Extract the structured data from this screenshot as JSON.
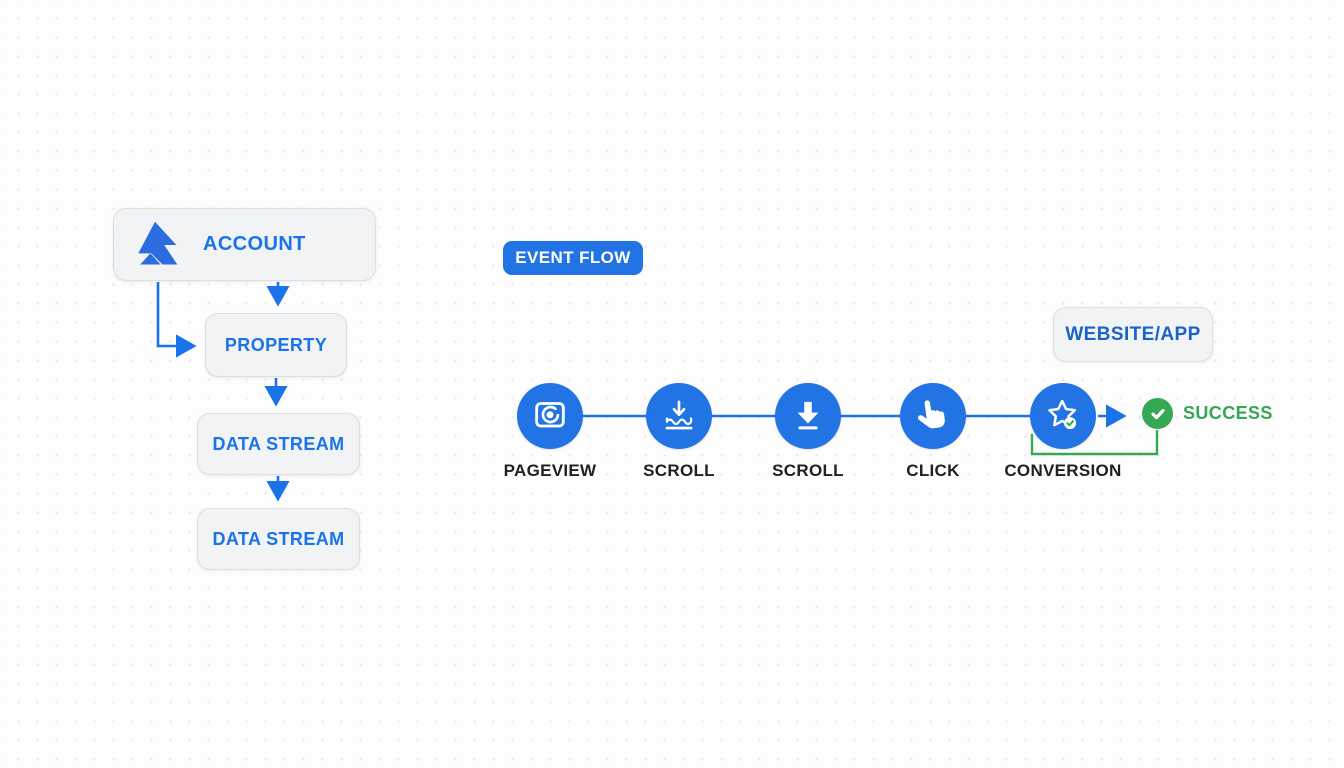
{
  "colors": {
    "accent_blue": "#2273e3",
    "text_blue": "#1a73e8",
    "text_blue_dark": "#1b63c9",
    "success_green": "#34a853",
    "box_background": "#f1f3f4",
    "box_border": "#dcdfe3",
    "label_dark": "#202124",
    "background": "#fdfdfe"
  },
  "hierarchy": {
    "account": {
      "label": "ACCOUNT",
      "icon": "analytics-logo-icon"
    },
    "property": {
      "label": "PROPERTY"
    },
    "data_streams": [
      {
        "label": "DATA STREAM"
      },
      {
        "label": "DATA STREAM"
      }
    ]
  },
  "event_flow": {
    "badge_label": "EVENT FLOW",
    "website_app_label": "WEBSITE/APP",
    "steps": [
      {
        "label": "PAGEVIEW",
        "icon": "pageview-eye-icon"
      },
      {
        "label": "SCROLL",
        "icon": "scroll-wave-icon"
      },
      {
        "label": "SCROLL",
        "icon": "scroll-down-arrow-icon"
      },
      {
        "label": "CLICK",
        "icon": "click-hand-icon"
      },
      {
        "label": "CONVERSION",
        "icon": "conversion-star-check-icon"
      }
    ],
    "success": {
      "label": "SUCCESS",
      "icon": "success-check-icon"
    }
  }
}
